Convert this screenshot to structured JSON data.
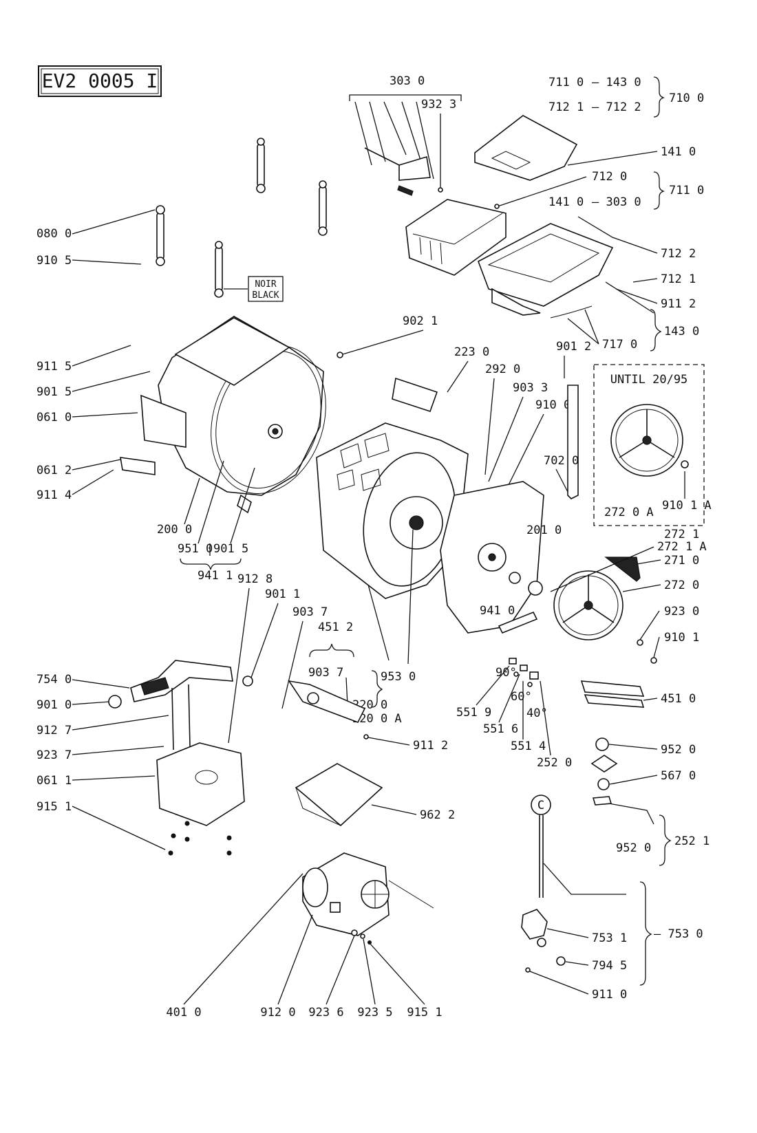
{
  "diagram_code": "EV2 0005 I",
  "noir_black": [
    "NOIR",
    "BLACK"
  ],
  "until_text": "UNTIL 20/95",
  "c_marker": "C",
  "header_refs": {
    "r1": [
      "711 0",
      "— 143 0"
    ],
    "r2": [
      "712 1",
      "— 712 2"
    ],
    "r3": [
      "141 0",
      "— 303 0"
    ],
    "g1": "710 0",
    "g2": "711 0"
  },
  "labels": {
    "303_0": "303 0",
    "932_3": "932 3",
    "141_0a": "141 0",
    "712_0": "712 0",
    "712_2": "712 2",
    "712_1": "712 1",
    "911_2a": "911 2",
    "143_0": "143 0",
    "717_0": "717 0",
    "080_0": "080 0",
    "910_5": "910 5",
    "902_1": "902 1",
    "223_0": "223 0",
    "292_0": "292 0",
    "903_3": "903 3",
    "910_0": "910 0",
    "901_2": "901 2",
    "702_0": "702 0",
    "272_0A": "272 0 A",
    "910_1A": "910 1 A",
    "911_5": "911 5",
    "901_5a": "901 5",
    "061_0": "061 0",
    "061_2": "061 2",
    "911_4": "911 4",
    "200_0": "200 0",
    "951_0": "951 0",
    "901_5b": "901 5",
    "941_1": "941 1",
    "201_0": "201 0",
    "272_1": "272 1",
    "272_1A": "272 1 A",
    "271_0": "271 0",
    "272_0": "272 0",
    "923_0": "923 0",
    "910_1": "910 1",
    "941_0": "941 0",
    "912_8": "912 8",
    "901_1": "901 1",
    "903_7a": "903 7",
    "451_2": "451 2",
    "903_7b": "903 7",
    "953_0": "953 0",
    "220_0": "220 0",
    "220_0A": "220 0 A",
    "90": "90°",
    "60": "60°",
    "40": "40°",
    "551_9": "551 9",
    "551_6": "551 6",
    "551_4": "551 4",
    "252_0": "252 0",
    "451_0": "451 0",
    "754_0": "754 0",
    "901_0": "901 0",
    "912_7": "912 7",
    "923_7": "923 7",
    "061_1": "061 1",
    "915_1a": "915 1",
    "911_2b": "911 2",
    "952_0a": "952 0",
    "567_0": "567 0",
    "962_2": "962 2",
    "252_1": "252 1",
    "952_0b": "952 0",
    "753_1": "753 1",
    "753_0": "— 753 0",
    "794_5": "794 5",
    "911_0": "911 0",
    "401_0": "401 0",
    "912_0": "912 0",
    "923_6": "923 6",
    "923_5": "923 5",
    "915_1b": "915 1"
  }
}
